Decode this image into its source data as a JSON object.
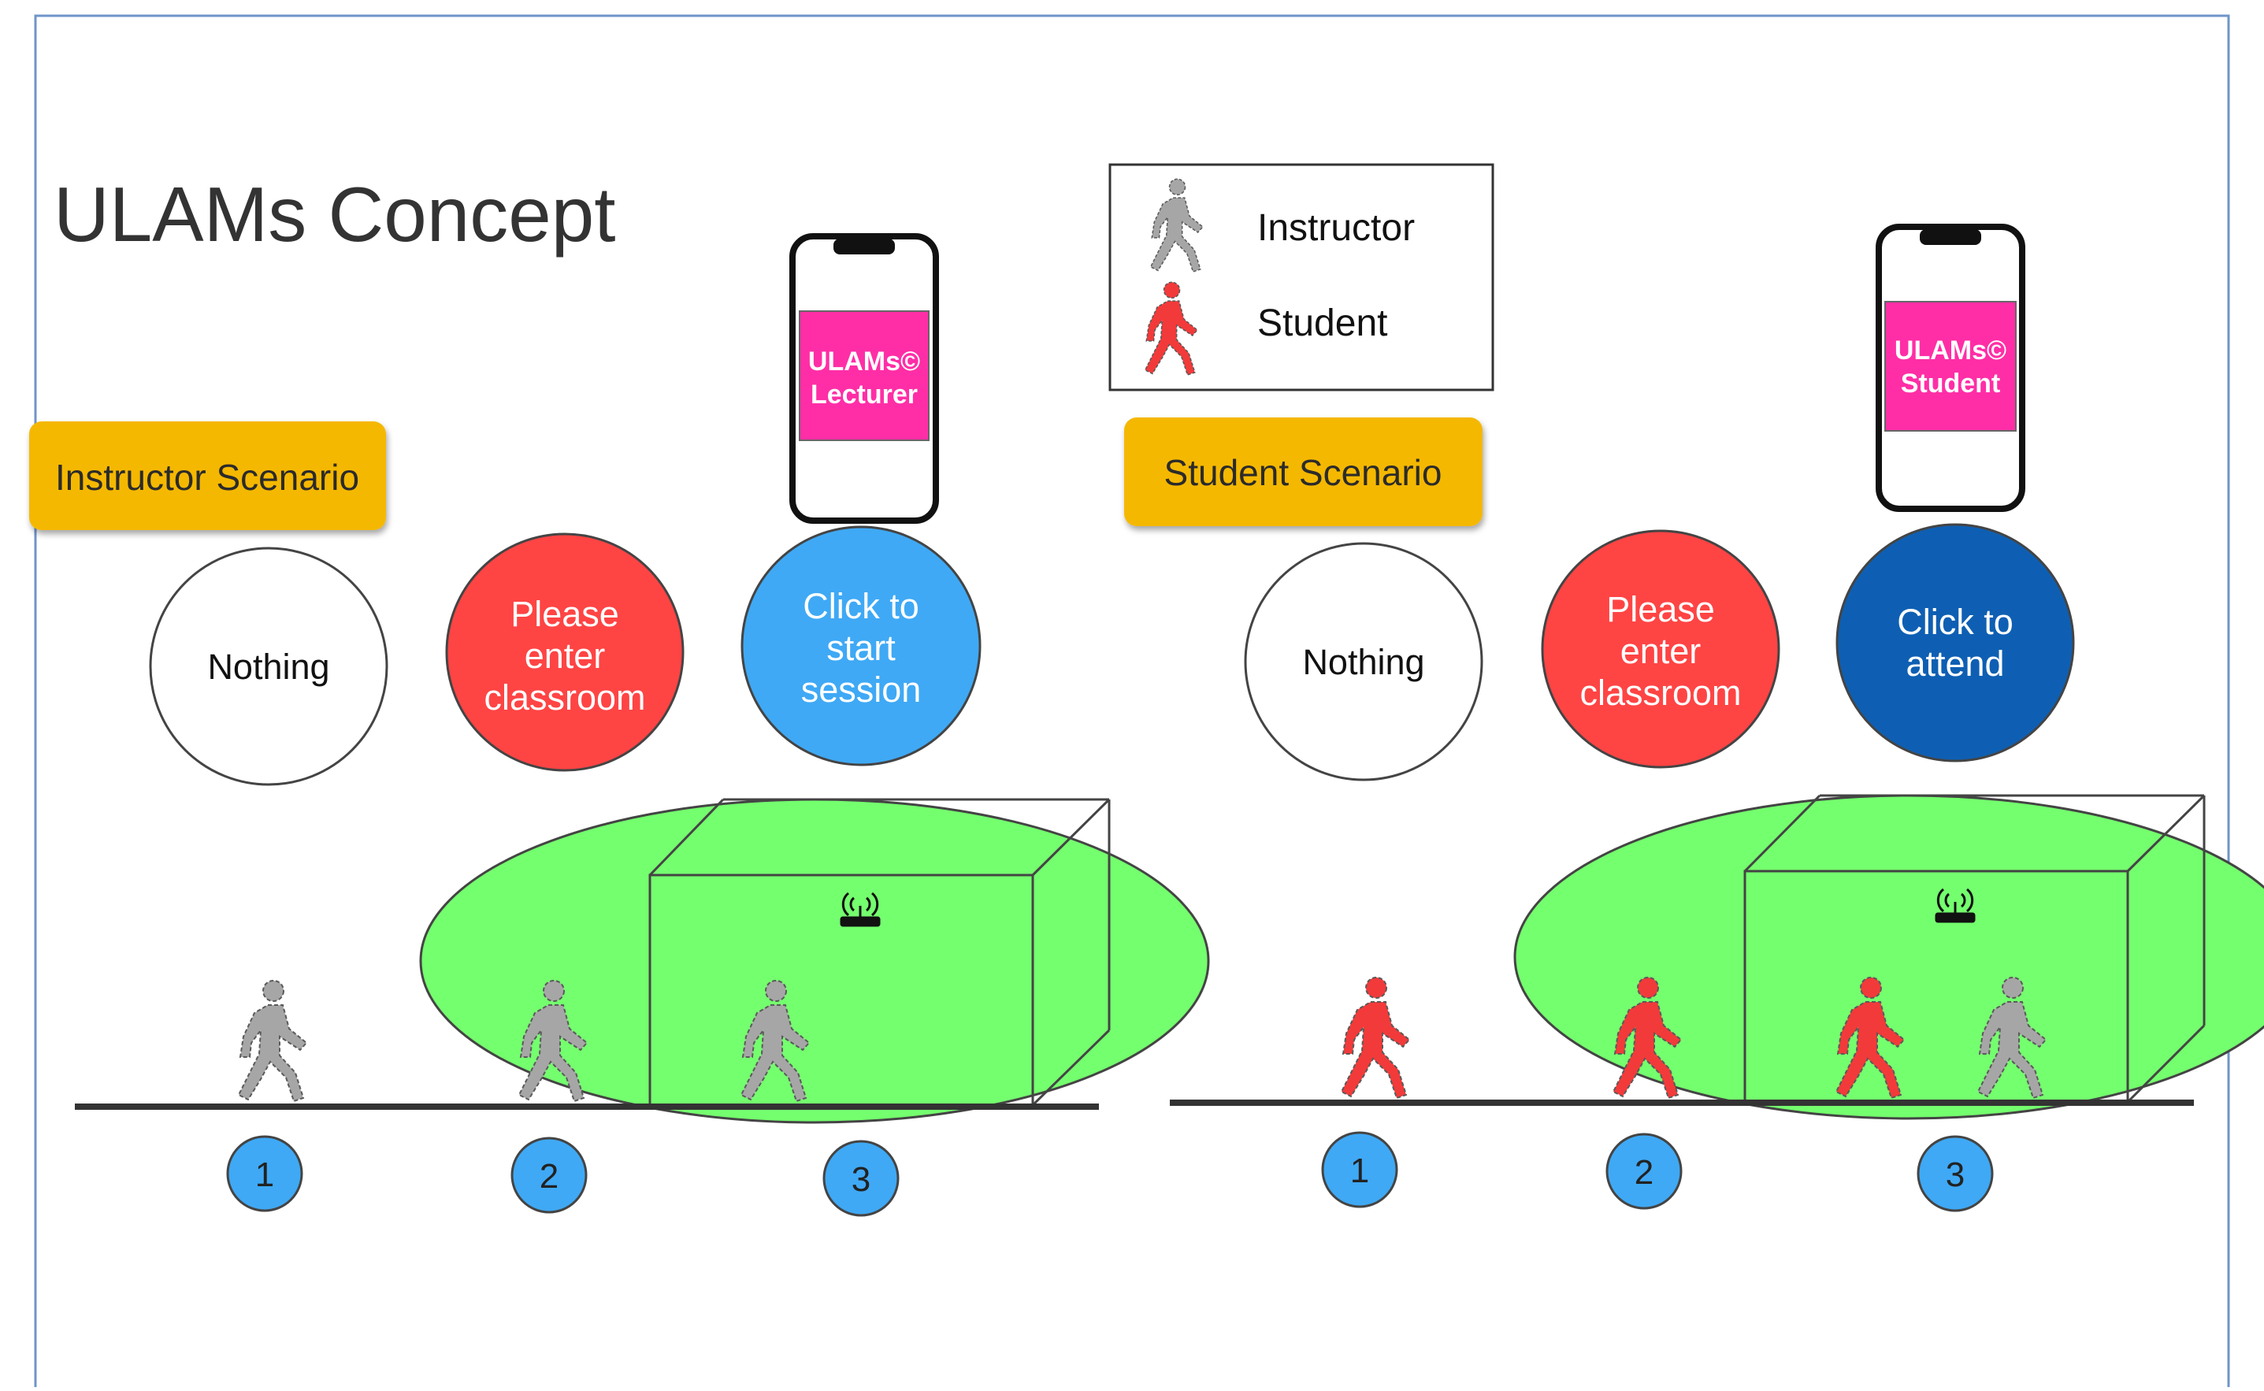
{
  "title": "ULAMs Concept",
  "legend": {
    "instructor_label": "Instructor",
    "student_label": "Student"
  },
  "colors": {
    "instructor_figure": "#a6a6a6",
    "student_figure": "#f23a3a",
    "zone_green": "#74ff6e",
    "circle_red": "#ff4444",
    "circle_light_blue": "#3fa9f5",
    "circle_dark_blue": "#0e5fb3",
    "step_blue": "#3fa9f5",
    "banner_gold": "#f5b800",
    "phone_screen_pink": "#ff2ea6"
  },
  "icons": {
    "instructor": "walking-person-icon",
    "student": "walking-person-icon",
    "beacon": "wifi-router-icon",
    "phone": "smartphone-icon"
  },
  "scenarios": [
    {
      "banner": "Instructor Scenario",
      "phone": {
        "line1": "ULAMs©",
        "line2": "Lecturer"
      },
      "states": [
        {
          "lines": [
            "Nothing"
          ]
        },
        {
          "lines": [
            "Please",
            "enter",
            "classroom"
          ]
        },
        {
          "lines": [
            "Click to",
            "start",
            "session"
          ]
        }
      ],
      "steps": [
        "1",
        "2",
        "3"
      ]
    },
    {
      "banner": "Student Scenario",
      "phone": {
        "line1": "ULAMs©",
        "line2": "Student"
      },
      "states": [
        {
          "lines": [
            "Nothing"
          ]
        },
        {
          "lines": [
            "Please",
            "enter",
            "classroom"
          ]
        },
        {
          "lines": [
            "Click to",
            "attend"
          ]
        }
      ],
      "steps": [
        "1",
        "2",
        "3"
      ]
    }
  ]
}
